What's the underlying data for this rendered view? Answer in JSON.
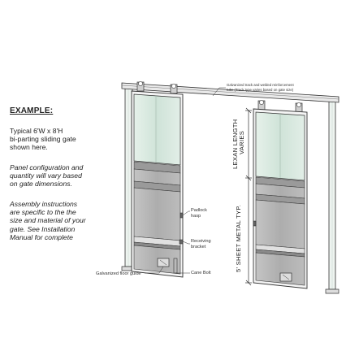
{
  "example": {
    "title": "EXAMPLE:",
    "paragraph1": [
      "Typical 6'W x 8'H",
      "bi-parting sliding gate",
      "shown here."
    ],
    "paragraph2": [
      "Panel configuration and",
      "quantity will vary based",
      "on gate dimensions."
    ],
    "paragraph3": [
      "Assembly instructions",
      "are specific to the the",
      "size and material of your",
      "gate. See Installation",
      "Manual for complete"
    ]
  },
  "callouts": {
    "track_line1": "Galvanized track and welded reinforcement",
    "track_line2": "tube (Track type varies based on gate size)",
    "padlock_line1": "Padlock",
    "padlock_line2": "hasp",
    "receiving_line1": "Receiving",
    "receiving_line2": "bracket",
    "floor_guide": "Galvanized floor guide",
    "cane_bolt": "Cane Bolt"
  },
  "dimensions": {
    "lexan_line1": "LEXAN LENGTH",
    "lexan_line2": "VARIES",
    "sheet_metal": "5' SHEET METAL TYP."
  },
  "colors": {
    "panel_fill": "#b9b9b9",
    "panel_dark": "#8f8f8f",
    "glass_fill": "#d4e6dd",
    "post_fill": "#eef4f0",
    "line": "#333333"
  }
}
